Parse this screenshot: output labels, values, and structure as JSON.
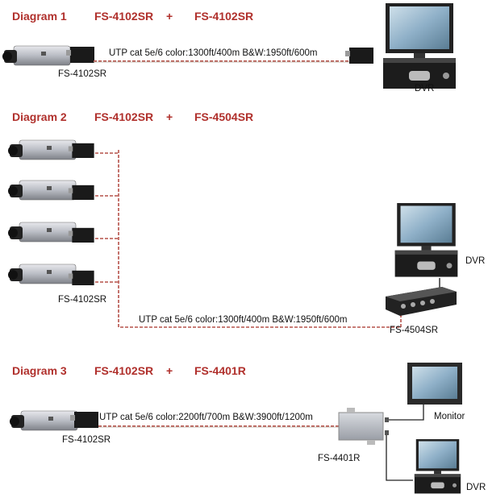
{
  "diagrams": [
    {
      "title": "Diagram 1",
      "left_model": "FS-4102SR",
      "plus": "+",
      "right_model": "FS-4102SR",
      "cable_text": "UTP cat 5e/6   color:1300ft/400m   B&W:1950ft/600m",
      "transmitter_label": "FS-4102SR",
      "dvr_label": "DVR"
    },
    {
      "title": "Diagram 2",
      "left_model": "FS-4102SR",
      "plus": "+",
      "right_model": "FS-4504SR",
      "cable_text": "UTP cat 5e/6   color:1300ft/400m   B&W:1950ft/600m",
      "transmitter_label": "FS-4102SR",
      "dvr_label": "DVR",
      "receiver_label": "FS-4504SR"
    },
    {
      "title": "Diagram 3",
      "left_model": "FS-4102SR",
      "plus": "+",
      "right_model": "FS-4401R",
      "cable_text": "UTP  cat 5e/6   color:2200ft/700m   B&W:3900ft/1200m",
      "transmitter_label": "FS-4102SR",
      "receiver_label": "FS-4401R",
      "monitor_label": "Monitor",
      "dvr_label": "DVR"
    }
  ],
  "colors": {
    "title": "#b0302c",
    "cable": "#b5524a"
  }
}
